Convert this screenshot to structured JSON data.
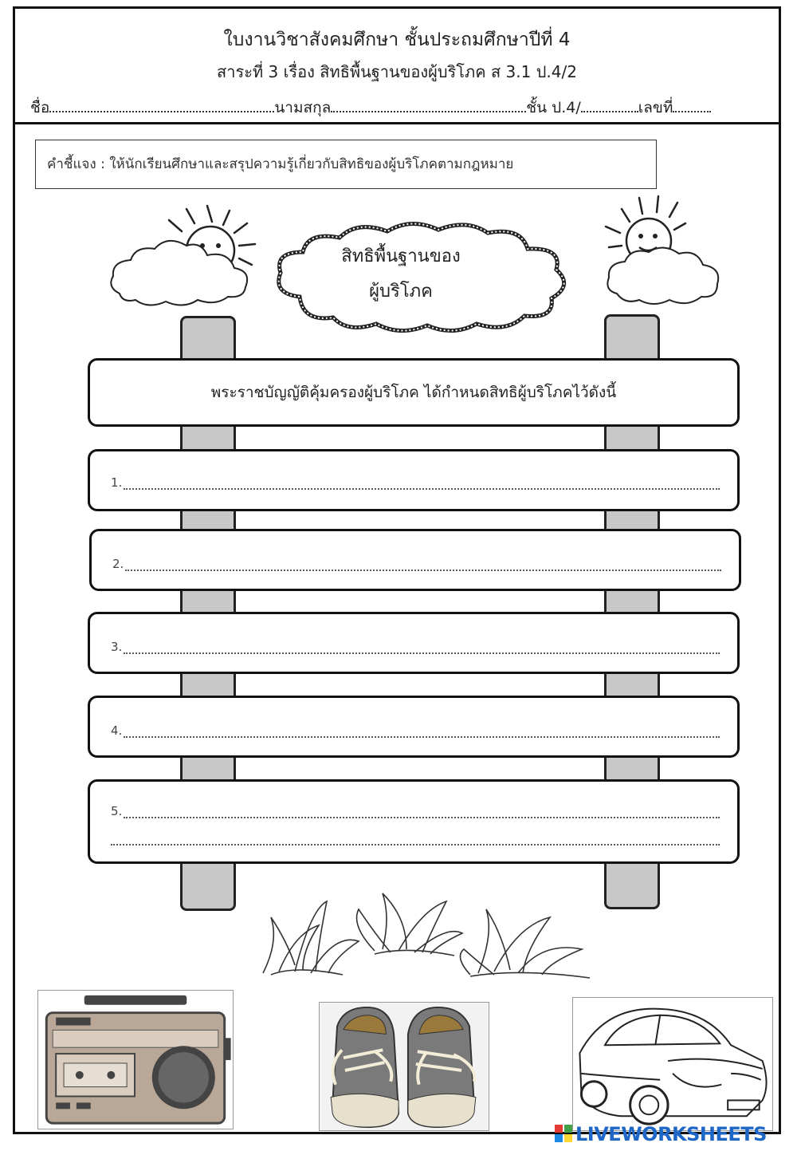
{
  "header": {
    "title": "ใบงานวิชาสังคมศึกษา   ชั้นประถมศึกษาปีที่ 4",
    "subtitle": "สาระที่  3  เรื่อง  สิทธิพื้นฐานของผู้บริโภค   ส  3.1  ป.4/2",
    "name_label": "ชื่อ",
    "surname_label": "นามสกุล",
    "class_label": "ชั้น  ป.4/",
    "number_label": "เลขที่"
  },
  "instruction": "คำชี้แจง  :  ให้นักเรียนศึกษาและสรุปความรู้เกี่ยวกับสิทธิของผู้บริโภคตามกฎหมาย",
  "cloud_title": {
    "line1": "สิทธิพื้นฐานของ",
    "line2": "ผู้บริโภค"
  },
  "boards": {
    "title": "พระราชบัญญัติคุ้มครองผู้บริโภค  ได้กำหนดสิทธิผู้บริโภคไว้ดังนี้",
    "items": [
      {
        "label": "1."
      },
      {
        "label": "2."
      },
      {
        "label": "3."
      },
      {
        "label": "4."
      },
      {
        "label": "5."
      }
    ]
  },
  "pictures": [
    "radio-cassette-player",
    "sneakers",
    "car"
  ],
  "watermark": "LIVEWORKSHEETS",
  "colors": {
    "post": "#c8c8c8",
    "border": "#111111",
    "watermark": "#1e67c7"
  }
}
